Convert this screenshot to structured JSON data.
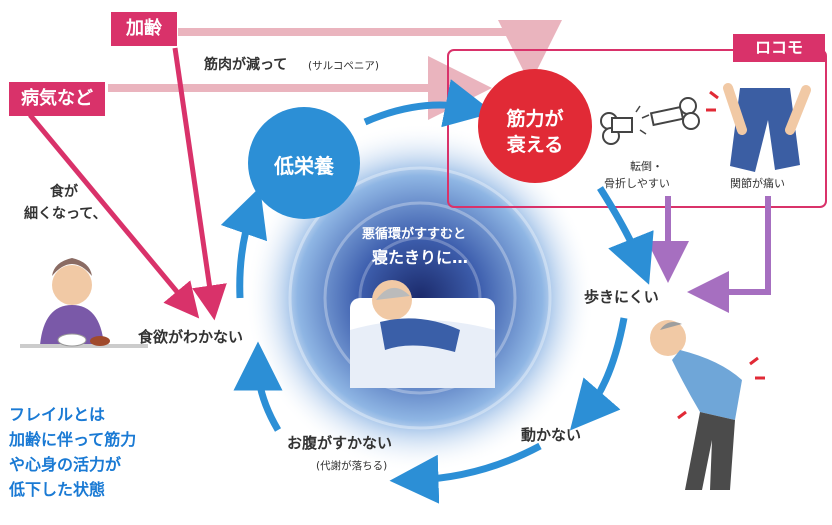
{
  "tags": {
    "aging": "加齢",
    "illness": "病気など",
    "locomo": "ロコモ"
  },
  "arrows": {
    "muscle_decrease": "筋肉が減って",
    "sarcopenia": "(サルコペニア)"
  },
  "appetite_note": {
    "line1": "食が",
    "line2": "細くなって、"
  },
  "circles": {
    "undernutrition": "低栄養",
    "muscle_weak_line1": "筋力が",
    "muscle_weak_line2": "衰える"
  },
  "locomo_box": {
    "fall_line1": "転倒・",
    "fall_line2": "骨折しやすい",
    "joint_pain": "関節が痛い"
  },
  "cycle": {
    "vicious_line1": "悪循環がすすむと",
    "vicious_line2": "寝たきりに…",
    "no_appetite": "食欲がわかない",
    "hard_to_walk": "歩きにくい",
    "not_moving": "動かない",
    "not_hungry": "お腹がすかない",
    "metabolism": "(代謝が落ちる)"
  },
  "frailty": {
    "line1": "フレイルとは",
    "line2": "加齢に伴って筋力",
    "line3": "や心身の活力が",
    "line4": "低下した状態"
  },
  "colors": {
    "magenta": "#d9326a",
    "pink_arrow": "#eab4be",
    "blue": "#2c8fd6",
    "red": "#e12a36",
    "purple": "#a66fc0",
    "frail_text": "#1a7ad4"
  }
}
